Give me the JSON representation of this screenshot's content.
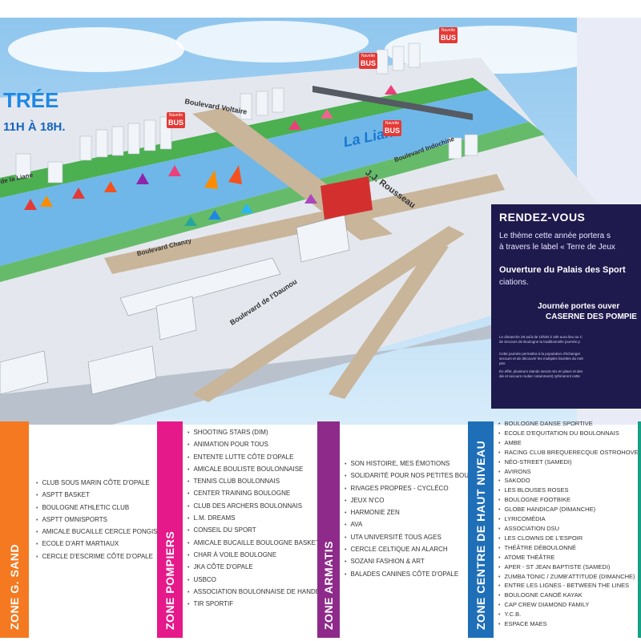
{
  "map": {
    "title_fragment": "TRÉE",
    "hours_fragment": "11H À 18H.",
    "river_label": "La Liane",
    "roads": {
      "voltaire": "Boulevard Voltaire",
      "rousseau": "J.J. Rousseau",
      "indochine": "Boulevard Indochine",
      "chanzy": "Boulevard Chanzy",
      "daunou": "Boulevard de l'Daunou",
      "liane_left": "de la Liane"
    },
    "bus": {
      "small": "Navette",
      "label": "BUS"
    }
  },
  "rendezvous": {
    "title": "RENDEZ-VOUS",
    "line1": "Le thème cette année portera s",
    "line2": "à travers le label « Terre de Jeux",
    "opening": "Ouverture du Palais des Sport",
    "opening2": "ciations.",
    "open_day1": "Journée portes ouver",
    "open_day2": "CASERNE DES POMPIE",
    "p1a": "Le dimanche 28 août de 10h30 à 18h aura lieu au C",
    "p1b": "de Secours de Boulogne la traditionnelle journée p",
    "p2a": "Cette journée permettra à la population d'échanger",
    "p2b": "secours et de découvrir les multiples facettes du mét",
    "p2c": "pier.",
    "p3a": "En effet, plusieurs stands seront mis en place et des",
    "p3b": "die et secours routier notamment) rythmeront cette"
  },
  "zones": [
    {
      "name": "ZONE G. SAND",
      "color": "#f47920",
      "items": [
        "CLUB SOUS MARIN CÔTE D'OPALE",
        "ASPTT BASKET",
        "BOULOGNE ATHLETIC CLUB",
        "ASPTT OMNISPORTS",
        "AMICALE BUCAILLE CERCLE PONGISTE",
        "ECOLE D'ART MARTIAUX",
        "CERCLE D'ESCRIME CÔTE D'OPALE"
      ]
    },
    {
      "name": "ZONE POMPIERS",
      "color": "#e6198a",
      "items": [
        "SHOOTING STARS (DIM)",
        "ANIMATION POUR TOUS",
        "ENTENTE LUTTE CÔTE D'OPALE",
        "AMICALE BOULISTE BOULONNAISE",
        "TENNIS CLUB BOULONNAIS",
        "CENTER TRAINING BOULOGNE",
        "CLUB DES ARCHERS BOULONNAIS",
        "L.M. DREAMS",
        "CONSEIL DU SPORT",
        "AMICALE BUCAILLE BOULOGNE BASKET",
        "CHAR À VOILE BOULOGNE",
        "JKA CÔTE D'OPALE",
        "USBCO",
        "ASSOCIATION BOULONNAISE DE HANDBALL",
        "TIR SPORTIF"
      ]
    },
    {
      "name": "ZONE ARMATIS",
      "color": "#8e2a8a",
      "items": [
        "SON HISTOIRE, MES ÉMOTIONS",
        "SOLIDARITÉ POUR NOS PETITES BOULLES",
        "RIVAGES PROPRES - CYCLÉCO",
        "JEUX N'CO",
        "HARMONIE ZEN",
        "AVA",
        "UTA UNIVERSITÉ TOUS AGES",
        "CERCLE CELTIQUE AN ALARCH",
        "SOZANI FASHION & ART",
        "BALADES CANINES CÔTE D'OPALE"
      ]
    },
    {
      "name": "ZONE CENTRE DE HAUT NIVEAU",
      "color": "#1e6fb8",
      "items": [
        "BOULOGNE DANSE SPORTIVE",
        "ECOLE D'EQUITATION DU BOULONNAIS",
        "AMBE",
        "RACING CLUB BREQUERECQUE OSTROHOVE",
        "NÉO-STREET (SAMEDI)",
        "AVIRONS",
        "SAKODO",
        "LES BLOUSES ROSES",
        "BOULOGNE FOOTBIKE",
        "GLOBE HANDICAP (DIMANCHE)",
        "LYRICOMÉDIA",
        "ASSOCIATION DSU",
        "LES CLOWNS DE L'ESPOIR",
        "THÉÂTRE DÉBOULONNÉ",
        "ATOME THÉÂTRE",
        "APER - ST JEAN BAPTISTE (SAMEDI)",
        "ZUMBA TONIC / ZUMB'ATTITUDE (DIMANCHE)",
        "ENTRE LES LIGNES - BETWEEN THE LINES",
        "BOULOGNE CANOË KAYAK",
        "CAP CREW DIAMOND FAMILY",
        "Y.C.B.",
        "ESPACE MAES"
      ]
    }
  ]
}
